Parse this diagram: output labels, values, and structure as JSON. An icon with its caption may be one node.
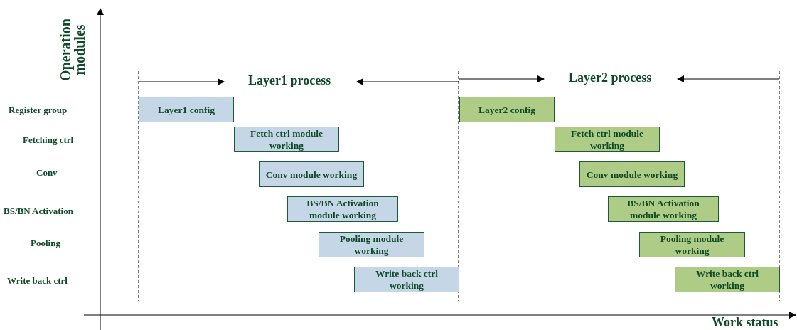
{
  "diagram": {
    "nodes": [
      {
        "text": [
          "Layer1 config"
        ]
      },
      {
        "text": [
          "Fetch ctrl module working"
        ]
      },
      {
        "text": [
          "Conv module working"
        ]
      },
      {
        "text": [
          "BS/BN Activation module working"
        ]
      },
      {
        "text": [
          "Pooling module working"
        ]
      },
      {
        "text": [
          "Write back ctrl working"
        ]
      },
      {
        "text": [
          "Layer2 config"
        ]
      },
      {
        "text": [
          "Fetch ctrl module working"
        ]
      },
      {
        "text": [
          "Conv module working"
        ]
      },
      {
        "text": [
          "BS/BN Activation module working"
        ]
      },
      {
        "text": [
          "Pooling module working"
        ]
      },
      {
        "text": [
          "Write back ctrl working"
        ]
      }
    ],
    "labels": [
      "Operation modules",
      "Layer1 process",
      "Layer2 process",
      "Register group",
      "Fetching ctrl",
      "Conv",
      "BS/BN Activation",
      "Pooling",
      "Write back ctrl",
      "Work status"
    ]
  }
}
